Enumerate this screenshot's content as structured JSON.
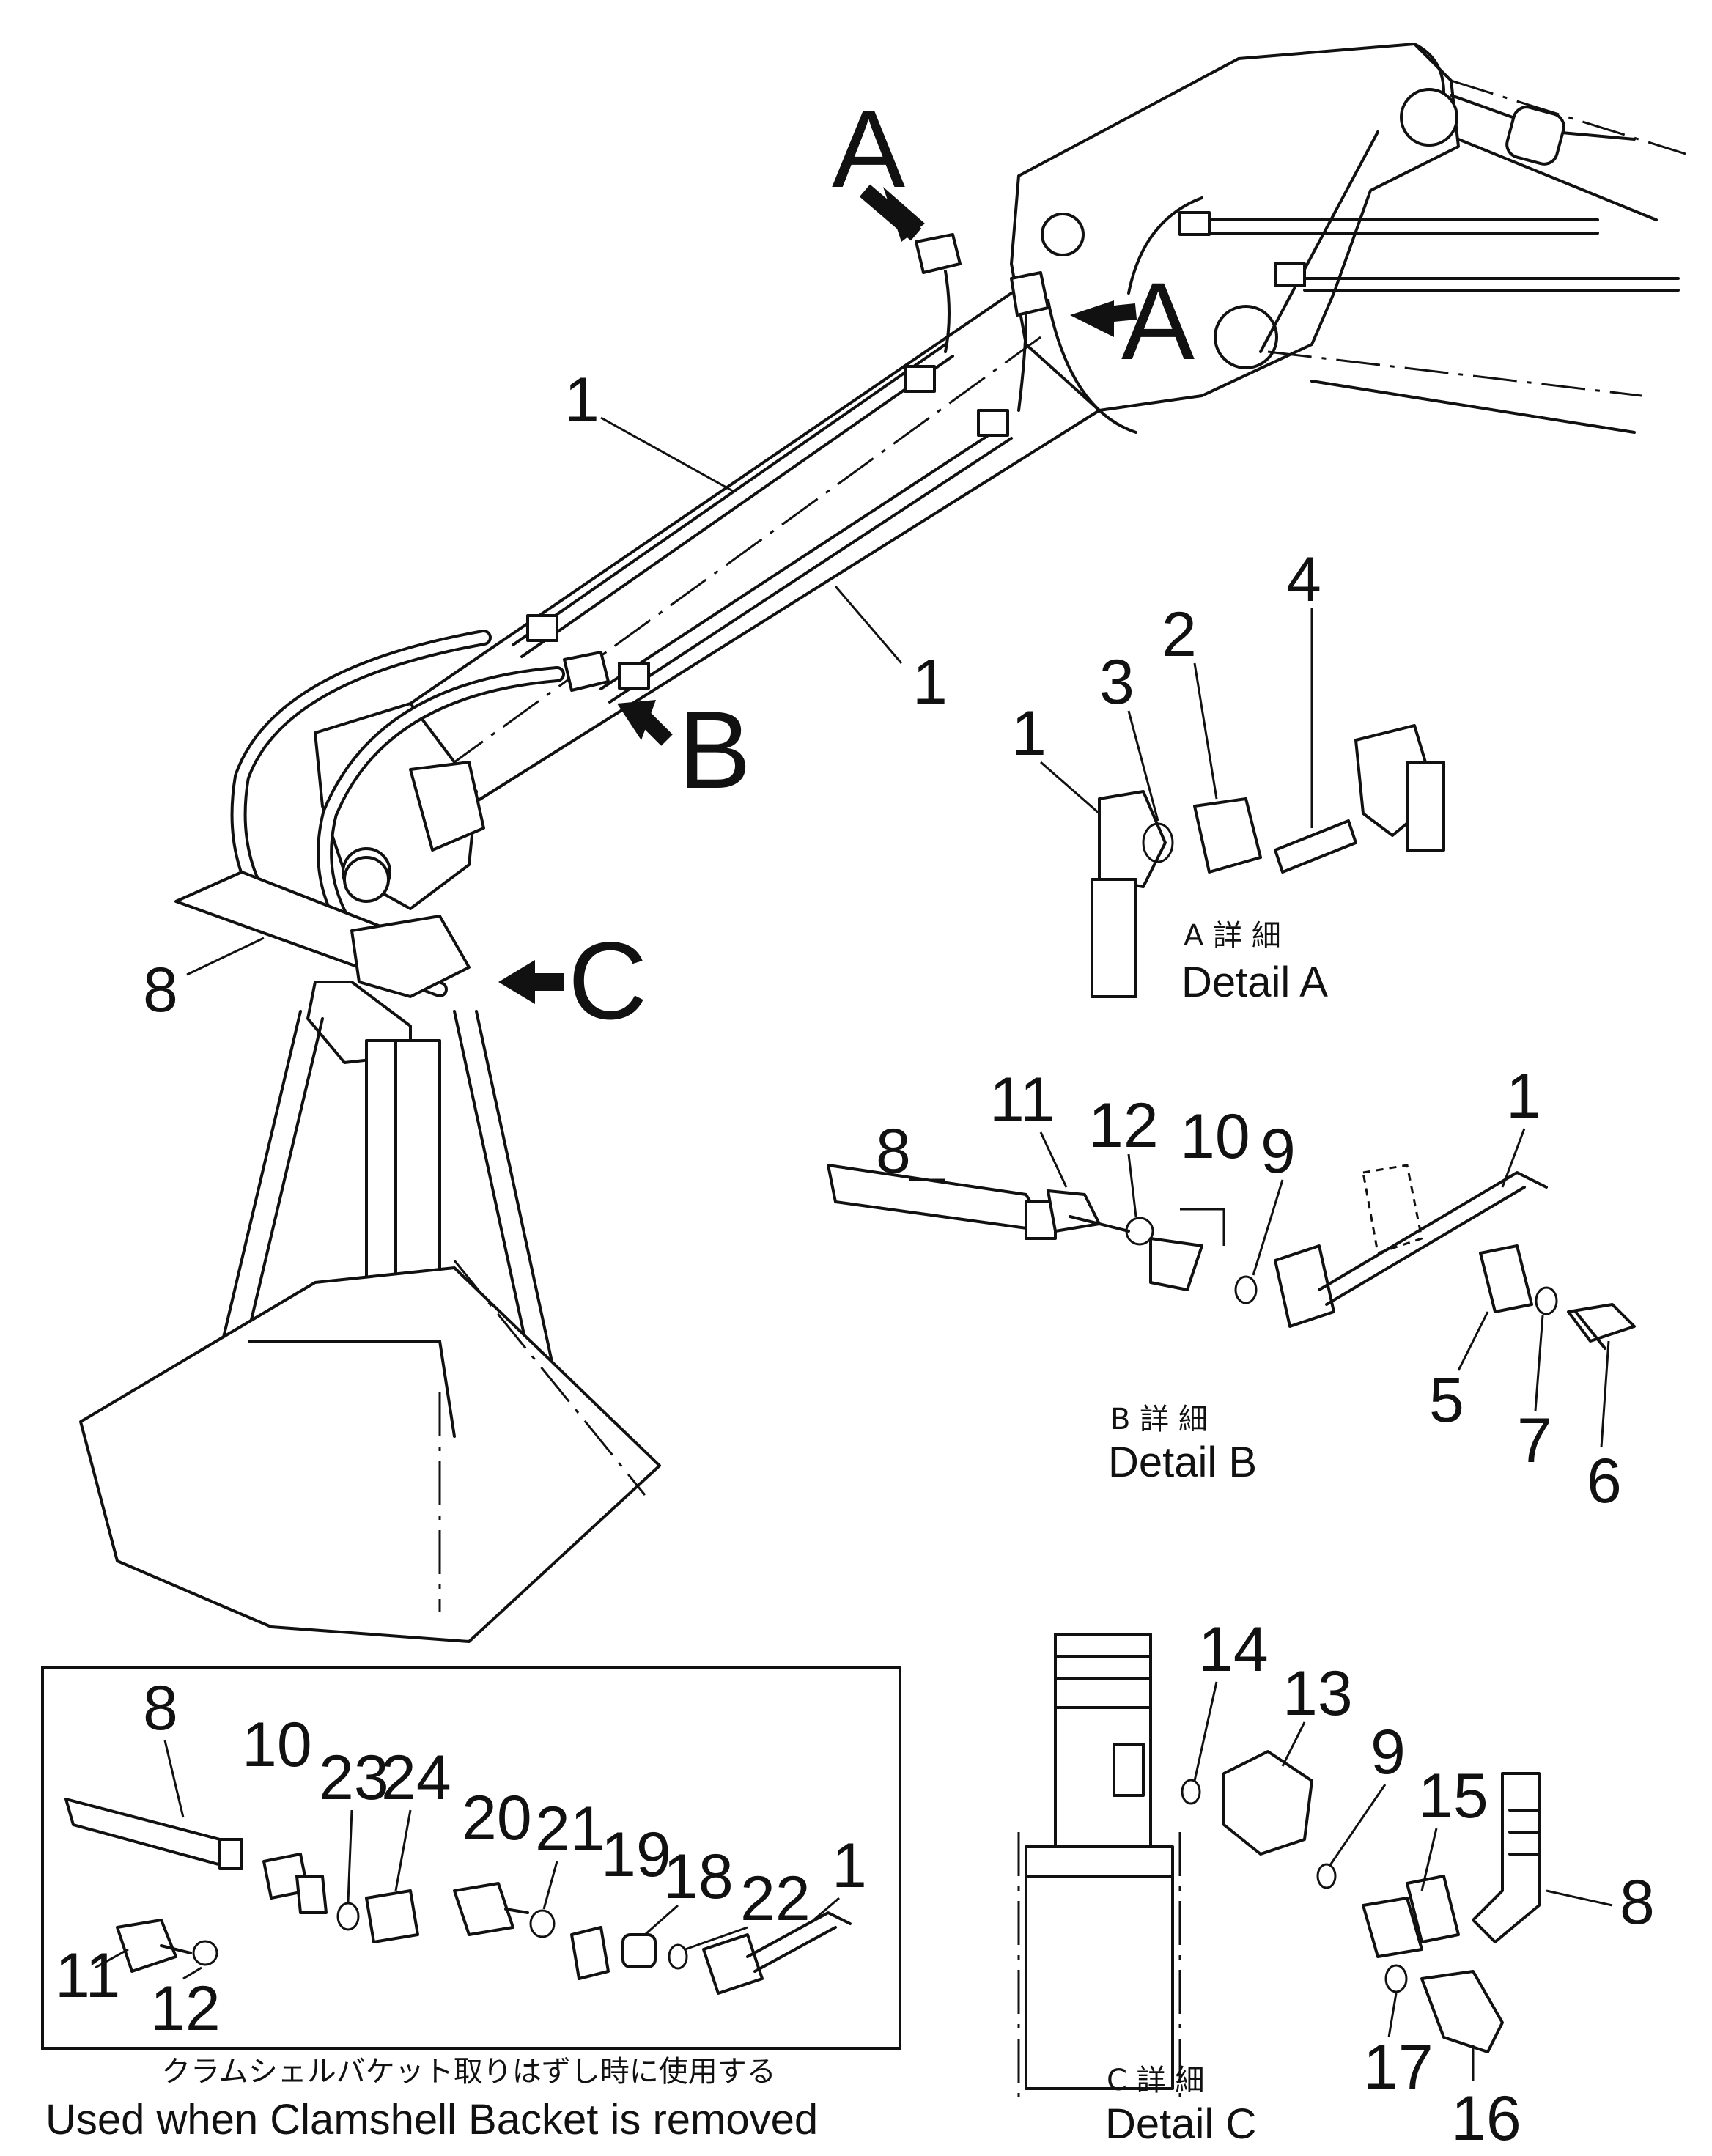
{
  "callouts": {
    "arrow_a_top": "A",
    "arrow_a_right": "A",
    "arrow_b": "B",
    "arrow_c": "C"
  },
  "main_labels": {
    "pipe_1_upper": "1",
    "pipe_1_lower": "1",
    "hose_8": "8"
  },
  "detail_a": {
    "title_jp": "A 詳 細",
    "title_en": "Detail A",
    "parts": [
      "1",
      "3",
      "2",
      "4"
    ]
  },
  "detail_b": {
    "title_jp": "B 詳 細",
    "title_en": "Detail B",
    "parts": [
      "8",
      "11",
      "12",
      "10",
      "9",
      "1",
      "5",
      "7",
      "6"
    ]
  },
  "detail_c": {
    "title_jp": "C 詳 細",
    "title_en": "Detail C",
    "parts": [
      "14",
      "13",
      "9",
      "15",
      "8",
      "17",
      "16"
    ]
  },
  "inset": {
    "parts": [
      "8",
      "10",
      "23",
      "24",
      "20",
      "21",
      "19",
      "18",
      "22",
      "1",
      "11",
      "12"
    ],
    "note_jp": "クラムシェルバケット取りはずし時に使用する",
    "note_en": "Used when Clamshell Backet is removed"
  }
}
